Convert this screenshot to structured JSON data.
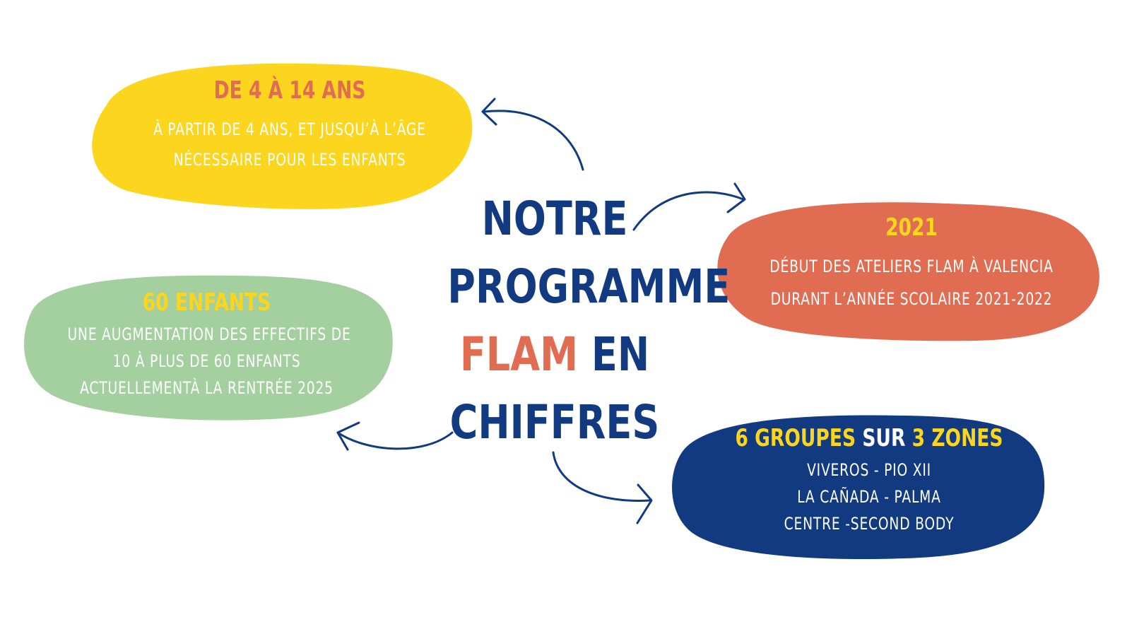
{
  "colors": {
    "navy": "#123a80",
    "yellow": "#fbd51e",
    "coral": "#e06c52",
    "green": "#a4d0a0",
    "white": "#ffffff"
  },
  "center_title": {
    "line1": "NOTRE",
    "line2": "PROGRAMME",
    "line3_highlight": "FLAM",
    "line3_rest": "EN",
    "line4": "CHIFFRES"
  },
  "cards": {
    "age": {
      "title": "DE 4 À 14 ANS",
      "lines": [
        "À PARTIR DE 4 ANS, ET JUSQU’À L’ÂGE",
        "NÉCESSAIRE POUR LES ENFANTS"
      ]
    },
    "year": {
      "title": "2021",
      "lines": [
        "DÉBUT DES ATELIERS FLAM À VALENCIA",
        "DURANT L’ANNÉE SCOLAIRE 2021-2022"
      ]
    },
    "kids": {
      "title": "60 ENFANTS",
      "lines": [
        "UNE AUGMENTATION DES EFFECTIFS DE",
        "10 À PLUS DE 60 ENFANTS",
        "ACTUELLEMENTÀ LA RENTRÉE 2025"
      ]
    },
    "groups": {
      "title_part1": "6 GROUPES",
      "title_part2": "SUR",
      "title_part3": "3 ZONES",
      "lines": [
        "VIVEROS - PIO XII",
        "LA CAÑADA - PALMA",
        "CENTRE -SECOND BODY"
      ]
    }
  }
}
